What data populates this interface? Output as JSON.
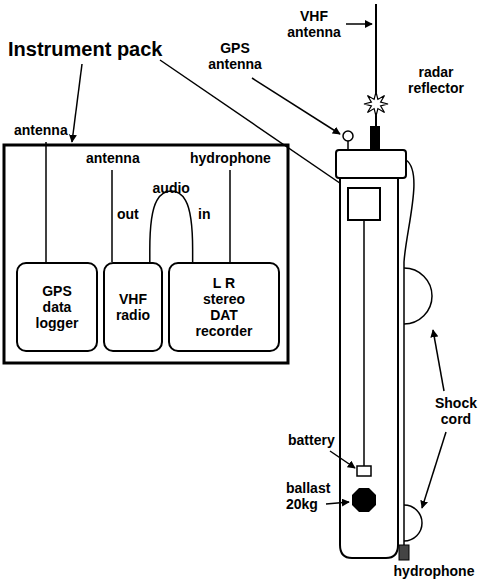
{
  "diagram": {
    "nodes": [
      {
        "text": [
          "GPS data logger"
        ]
      },
      {
        "text": [
          "VHF radio"
        ]
      },
      {
        "text": [
          "L R stereo DAT recorder"
        ]
      }
    ],
    "edges": [
      {
        "from": 1,
        "to": 2,
        "arrow": "none",
        "label": "audio"
      }
    ],
    "labels": [
      "Instrument pack",
      "antenna",
      "antenna",
      "hydrophone",
      "out",
      "in",
      "GPS antenna",
      "VHF antenna",
      "radar reflector",
      "Shock cord",
      "battery",
      "ballast 20kg",
      "hydrophone"
    ]
  }
}
